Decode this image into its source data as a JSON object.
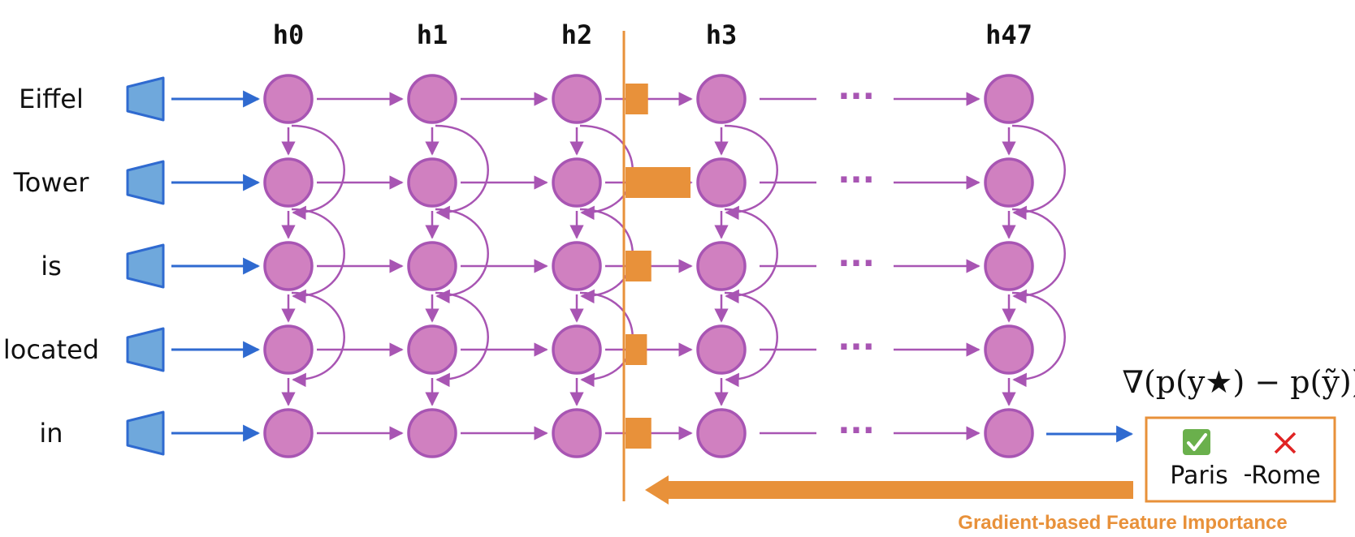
{
  "tokens": [
    "Eiffel",
    "Tower",
    "is",
    "located",
    "in"
  ],
  "layers": [
    "h0",
    "h1",
    "h2",
    "h3",
    "h47"
  ],
  "ellipsis": "···",
  "cut_after_layer": "h2",
  "importance": [
    0.22,
    1.0,
    0.28,
    0.2,
    0.28
  ],
  "formula": "∇(p(y★) − p(ỹ))",
  "output": {
    "correct_label": "Paris",
    "separator": "-",
    "wrong_label": "Rome",
    "correct_icon": "check-icon",
    "wrong_icon": "cross-icon"
  },
  "caption": "Gradient-based Feature Importance",
  "colors": {
    "node": "#d080c0",
    "node_stroke": "#a855b3",
    "arrow_purple": "#a855b3",
    "embed": "#6fa8dc",
    "embed_stroke": "#2f6ad0",
    "arrow_blue": "#2f6ad0",
    "accent": "#e8913a",
    "check": "#6ab04c",
    "cross": "#e02424"
  }
}
